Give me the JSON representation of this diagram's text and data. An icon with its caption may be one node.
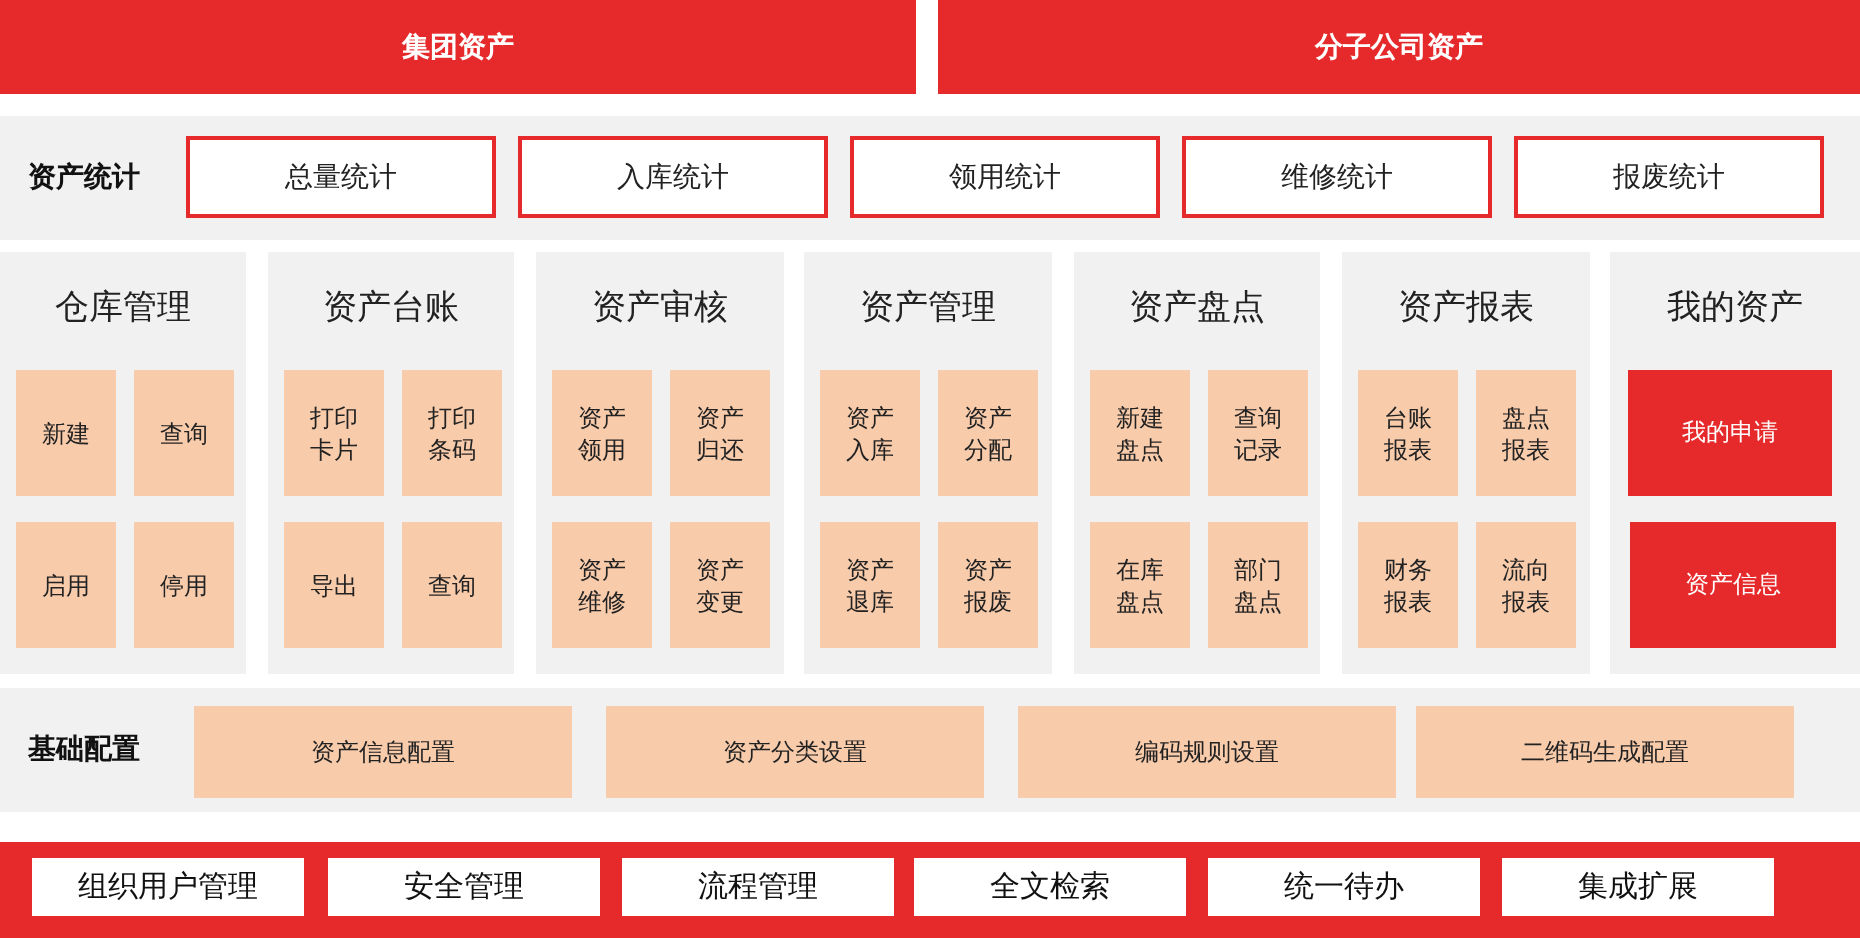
{
  "diagram": {
    "nodes": [
      {
        "text": [
          "集团资产"
        ]
      },
      {
        "text": [
          "分子公司资产"
        ]
      },
      {
        "text": [
          "资产统计"
        ]
      },
      {
        "text": [
          "总量统计"
        ],
        "in": 2
      },
      {
        "text": [
          "入库统计"
        ],
        "in": 2
      },
      {
        "text": [
          "领用统计"
        ],
        "in": 2
      },
      {
        "text": [
          "维修统计"
        ],
        "in": 2
      },
      {
        "text": [
          "报废统计"
        ],
        "in": 2
      },
      {
        "text": [
          "仓库管理"
        ]
      },
      {
        "text": [
          "新建"
        ],
        "in": 8
      },
      {
        "text": [
          "查询"
        ],
        "in": 8
      },
      {
        "text": [
          "启用"
        ],
        "in": 8
      },
      {
        "text": [
          "停用"
        ],
        "in": 8
      },
      {
        "text": [
          "资产台账"
        ]
      },
      {
        "text": [
          "打印卡片"
        ],
        "in": 13
      },
      {
        "text": [
          "打印条码"
        ],
        "in": 13
      },
      {
        "text": [
          "导出"
        ],
        "in": 13
      },
      {
        "text": [
          "查询"
        ],
        "in": 13
      },
      {
        "text": [
          "资产审核"
        ]
      },
      {
        "text": [
          "资产领用"
        ],
        "in": 18
      },
      {
        "text": [
          "资产归还"
        ],
        "in": 18
      },
      {
        "text": [
          "资产维修"
        ],
        "in": 18
      },
      {
        "text": [
          "资产变更"
        ],
        "in": 18
      },
      {
        "text": [
          "资产管理"
        ]
      },
      {
        "text": [
          "资产入库"
        ],
        "in": 23
      },
      {
        "text": [
          "资产分配"
        ],
        "in": 23
      },
      {
        "text": [
          "资产退库"
        ],
        "in": 23
      },
      {
        "text": [
          "资产报废"
        ],
        "in": 23
      },
      {
        "text": [
          "资产盘点"
        ]
      },
      {
        "text": [
          "新建盘点"
        ],
        "in": 28
      },
      {
        "text": [
          "查询记录"
        ],
        "in": 28
      },
      {
        "text": [
          "在库盘点"
        ],
        "in": 28
      },
      {
        "text": [
          "部门盘点"
        ],
        "in": 28
      },
      {
        "text": [
          "资产报表"
        ]
      },
      {
        "text": [
          "台账报表"
        ],
        "in": 33
      },
      {
        "text": [
          "盘点报表"
        ],
        "in": 33
      },
      {
        "text": [
          "财务报表"
        ],
        "in": 33
      },
      {
        "text": [
          "流向报表"
        ],
        "in": 33
      },
      {
        "text": [
          "我的资产"
        ]
      },
      {
        "text": [
          "我的申请"
        ],
        "in": 38
      },
      {
        "text": [
          "资产信息"
        ],
        "in": 38
      },
      {
        "text": [
          "基础配置"
        ]
      },
      {
        "text": [
          "资产信息配置"
        ],
        "in": 41
      },
      {
        "text": [
          "资产分类设置"
        ],
        "in": 41
      },
      {
        "text": [
          "编码规则设置"
        ],
        "in": 41
      },
      {
        "text": [
          "二维码生成配置"
        ],
        "in": 41
      },
      {
        "text": [],
        "shape": "box"
      },
      {
        "text": [
          "组织用户管理"
        ],
        "in": 46
      },
      {
        "text": [
          "安全管理"
        ],
        "in": 46
      },
      {
        "text": [
          "流程管理"
        ],
        "in": 46
      },
      {
        "text": [
          "全文检索"
        ],
        "in": 46
      },
      {
        "text": [
          "统一待办"
        ],
        "in": 46
      },
      {
        "text": [
          "集成扩展"
        ],
        "in": 46
      }
    ]
  }
}
